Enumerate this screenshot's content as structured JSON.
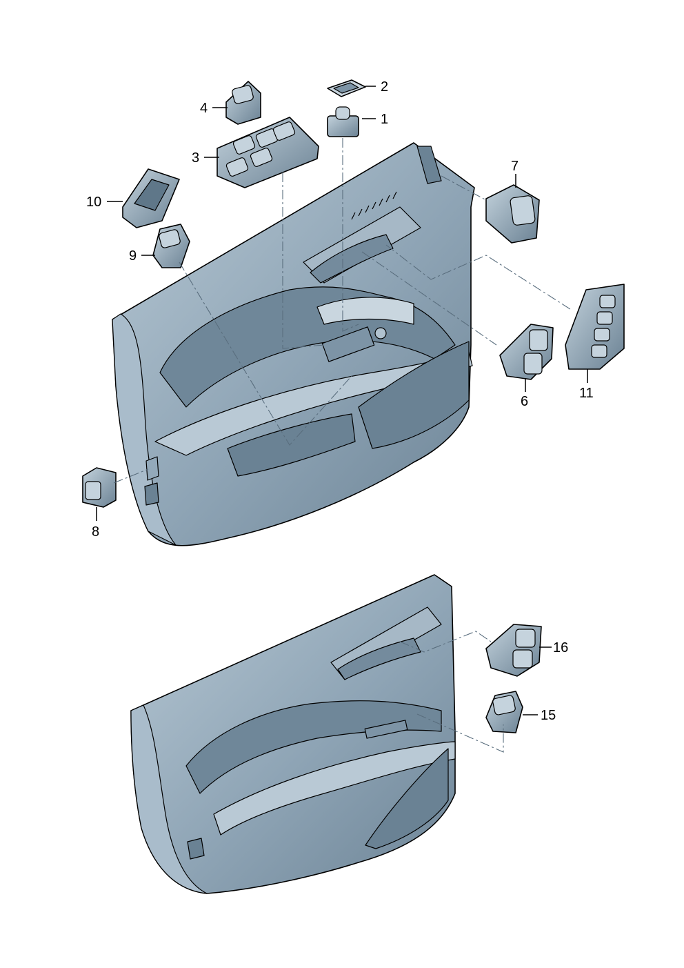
{
  "colors": {
    "panel_fill": "#8ea4b5",
    "panel_light": "#b7c8d4",
    "panel_dark": "#5f7789",
    "outline": "#000000",
    "background": "#ffffff"
  },
  "callouts": [
    {
      "id": "1",
      "label": "1"
    },
    {
      "id": "2",
      "label": "2"
    },
    {
      "id": "3",
      "label": "3"
    },
    {
      "id": "4",
      "label": "4"
    },
    {
      "id": "6",
      "label": "6"
    },
    {
      "id": "7",
      "label": "7"
    },
    {
      "id": "8",
      "label": "8"
    },
    {
      "id": "9",
      "label": "9"
    },
    {
      "id": "10",
      "label": "10"
    },
    {
      "id": "11",
      "label": "11"
    },
    {
      "id": "15",
      "label": "15"
    },
    {
      "id": "16",
      "label": "16"
    }
  ]
}
